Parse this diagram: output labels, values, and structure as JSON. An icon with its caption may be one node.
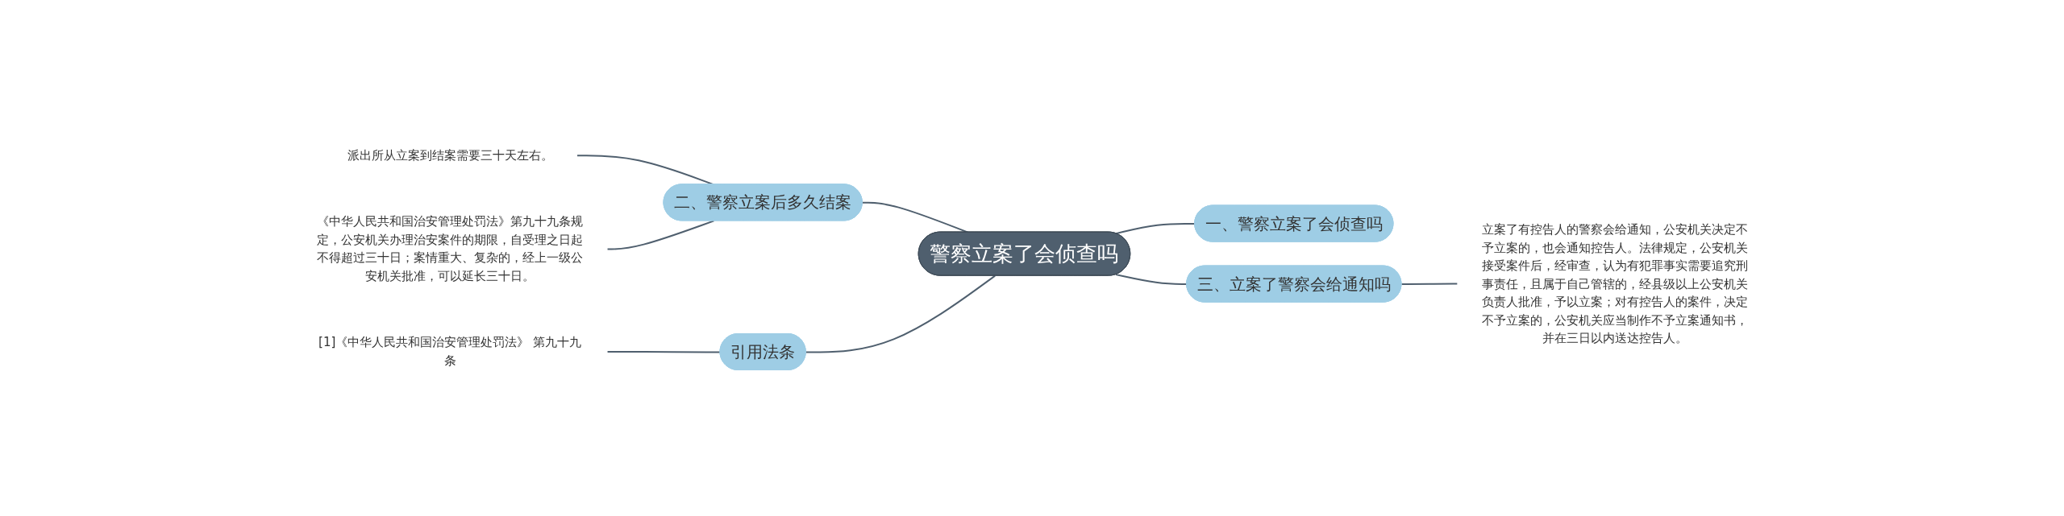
{
  "diagram": {
    "nodes": [
      {
        "text": [
          "警察立案了会侦查吗"
        ]
      },
      {
        "text": [
          "一、警察立案了会侦查吗"
        ]
      },
      {
        "text": [
          "二、警察立案后多久结案"
        ]
      },
      {
        "text": [
          "派出所从立案到结案需要三十天左右。"
        ]
      },
      {
        "text": [
          "《中华人民共和国治安管理处罚法》第九十九条规定，公安机关办理治安案件的期限，自受理之日起不得超过三十日；案情重大、复杂的，经上一级公安机关批准，可以延长三十日。"
        ]
      },
      {
        "text": [
          "三、立案了警察会给通知吗"
        ]
      },
      {
        "text": [
          "立案了有控告人的警察会给通知，公安机关决定不予立案的，也会通知控告人。法律规定，公安机关接受案件后，经审查，认为有犯罪事实需要追究刑事责任，且属于自己管辖的，经县级以上公安机关负责人批准，予以立案；对有控告人的案件，决定不予立案的，公安机关应当制作不予立案通知书，并在三日以内送达控告人。"
        ]
      },
      {
        "text": [
          "引用法条"
        ]
      },
      {
        "text": [
          "[1]《中华人民共和国治安管理处罚法》 第九十九条"
        ]
      }
    ],
    "edges": [
      {
        "from": 0,
        "to": 1,
        "arrow": "none"
      },
      {
        "from": 0,
        "to": 2,
        "arrow": "none"
      },
      {
        "from": 2,
        "to": 3,
        "arrow": "none"
      },
      {
        "from": 2,
        "to": 4,
        "arrow": "none"
      },
      {
        "from": 0,
        "to": 5,
        "arrow": "none"
      },
      {
        "from": 5,
        "to": 6,
        "arrow": "none"
      },
      {
        "from": 0,
        "to": 7,
        "arrow": "none"
      },
      {
        "from": 7,
        "to": 8,
        "arrow": "none"
      }
    ]
  }
}
